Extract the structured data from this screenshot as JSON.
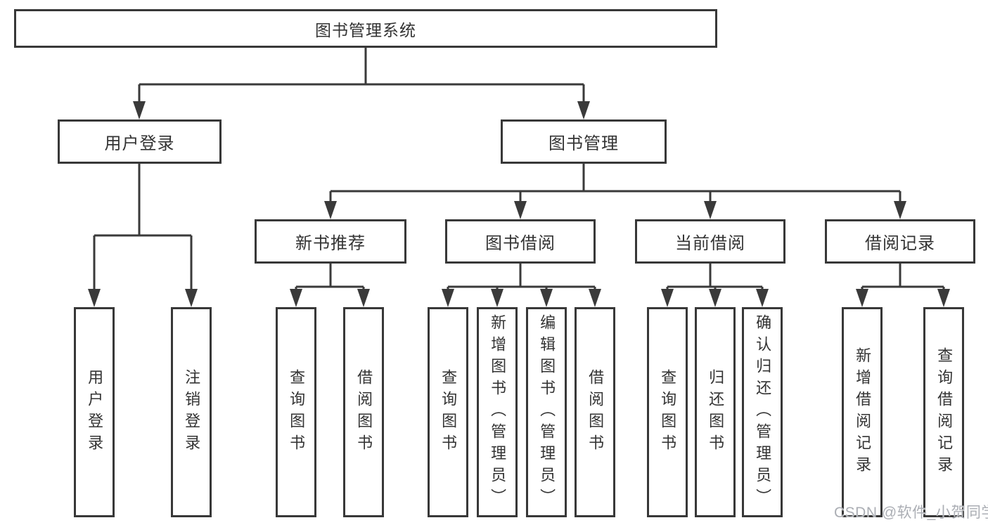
{
  "diagram": {
    "tree": {
      "label": "图书管理系统",
      "children": [
        {
          "label": "用户登录",
          "children": [
            {
              "label": "用户登录"
            },
            {
              "label": "注销登录"
            }
          ]
        },
        {
          "label": "图书管理",
          "children": [
            {
              "label": "新书推荐",
              "children": [
                {
                  "label": "查询图书"
                },
                {
                  "label": "借阅图书"
                }
              ]
            },
            {
              "label": "图书借阅",
              "children": [
                {
                  "label": "查询图书"
                },
                {
                  "label": "新增图书（管理员）"
                },
                {
                  "label": "编辑图书（管理员）"
                },
                {
                  "label": "借阅图书"
                }
              ]
            },
            {
              "label": "当前借阅",
              "children": [
                {
                  "label": "查询图书"
                },
                {
                  "label": "归还图书"
                },
                {
                  "label": "确认归还（管理员）"
                }
              ]
            },
            {
              "label": "借阅记录",
              "children": [
                {
                  "label": "新增借阅记录"
                },
                {
                  "label": "查询借阅记录"
                }
              ]
            }
          ]
        }
      ]
    },
    "watermark": "CSDN @软件_小贺同学",
    "colors": {
      "line": "#3a3a3a",
      "border": "#383838",
      "text": "#333333",
      "watermark": "#abaeb4",
      "background": "#ffffff"
    }
  }
}
